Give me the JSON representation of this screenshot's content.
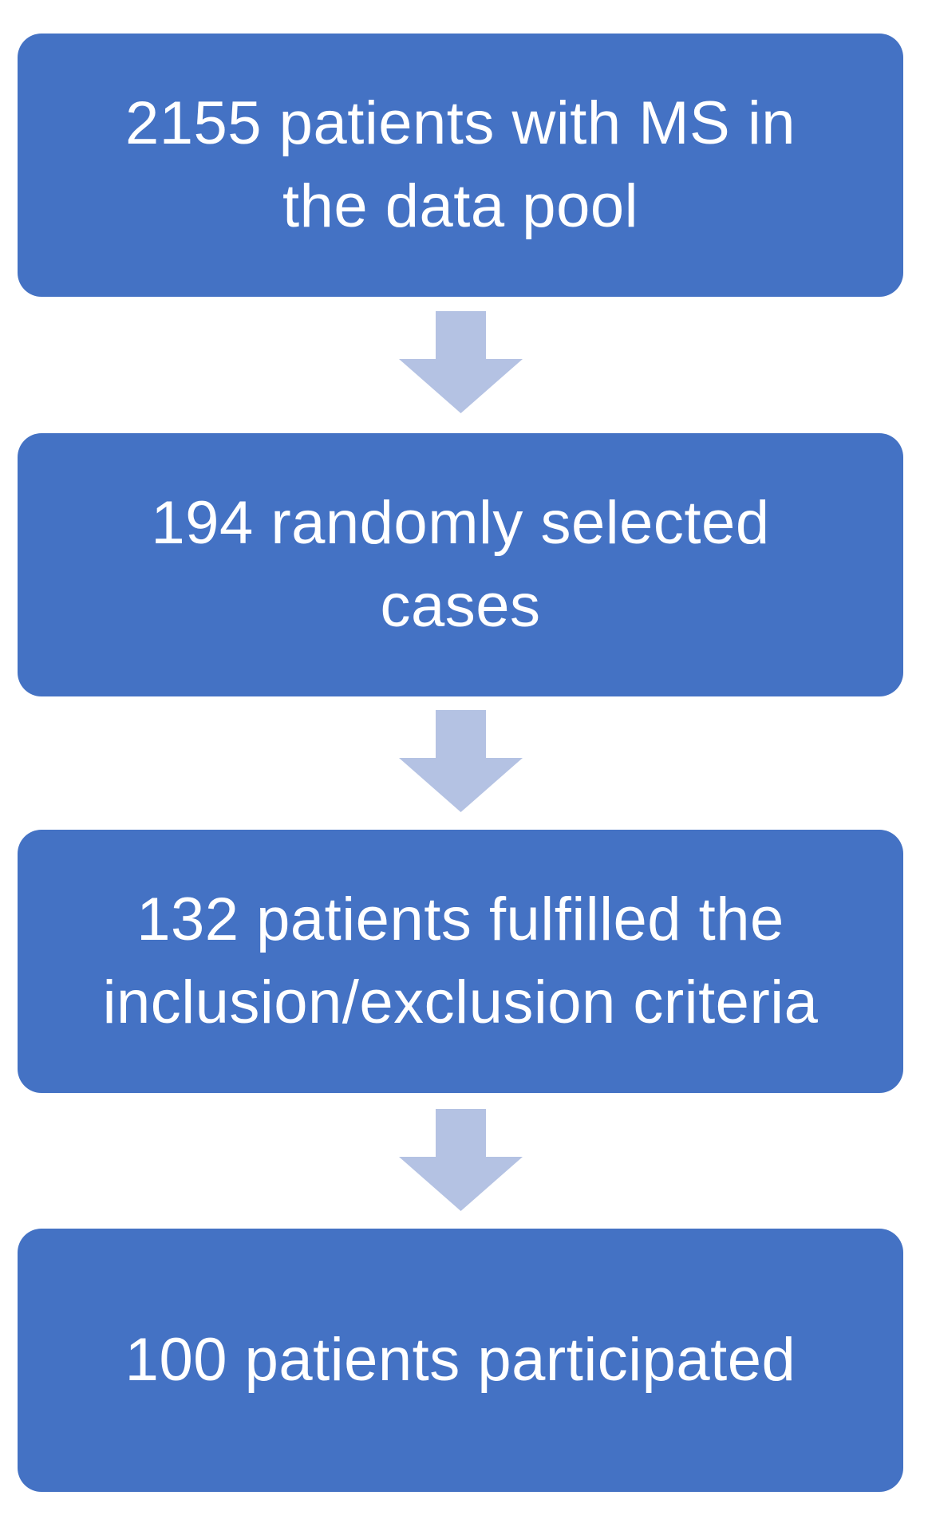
{
  "flowchart": {
    "steps": [
      {
        "text": "2155 patients with MS in\nthe data pool"
      },
      {
        "text": "194 randomly selected\ncases"
      },
      {
        "text": "132 patients fulfilled the\ninclusion/exclusion criteria"
      },
      {
        "text": "100 patients participated"
      }
    ]
  },
  "colors": {
    "box_fill": "#4472c4",
    "box_text": "#ffffff",
    "arrow_fill": "#b4c2e3"
  }
}
